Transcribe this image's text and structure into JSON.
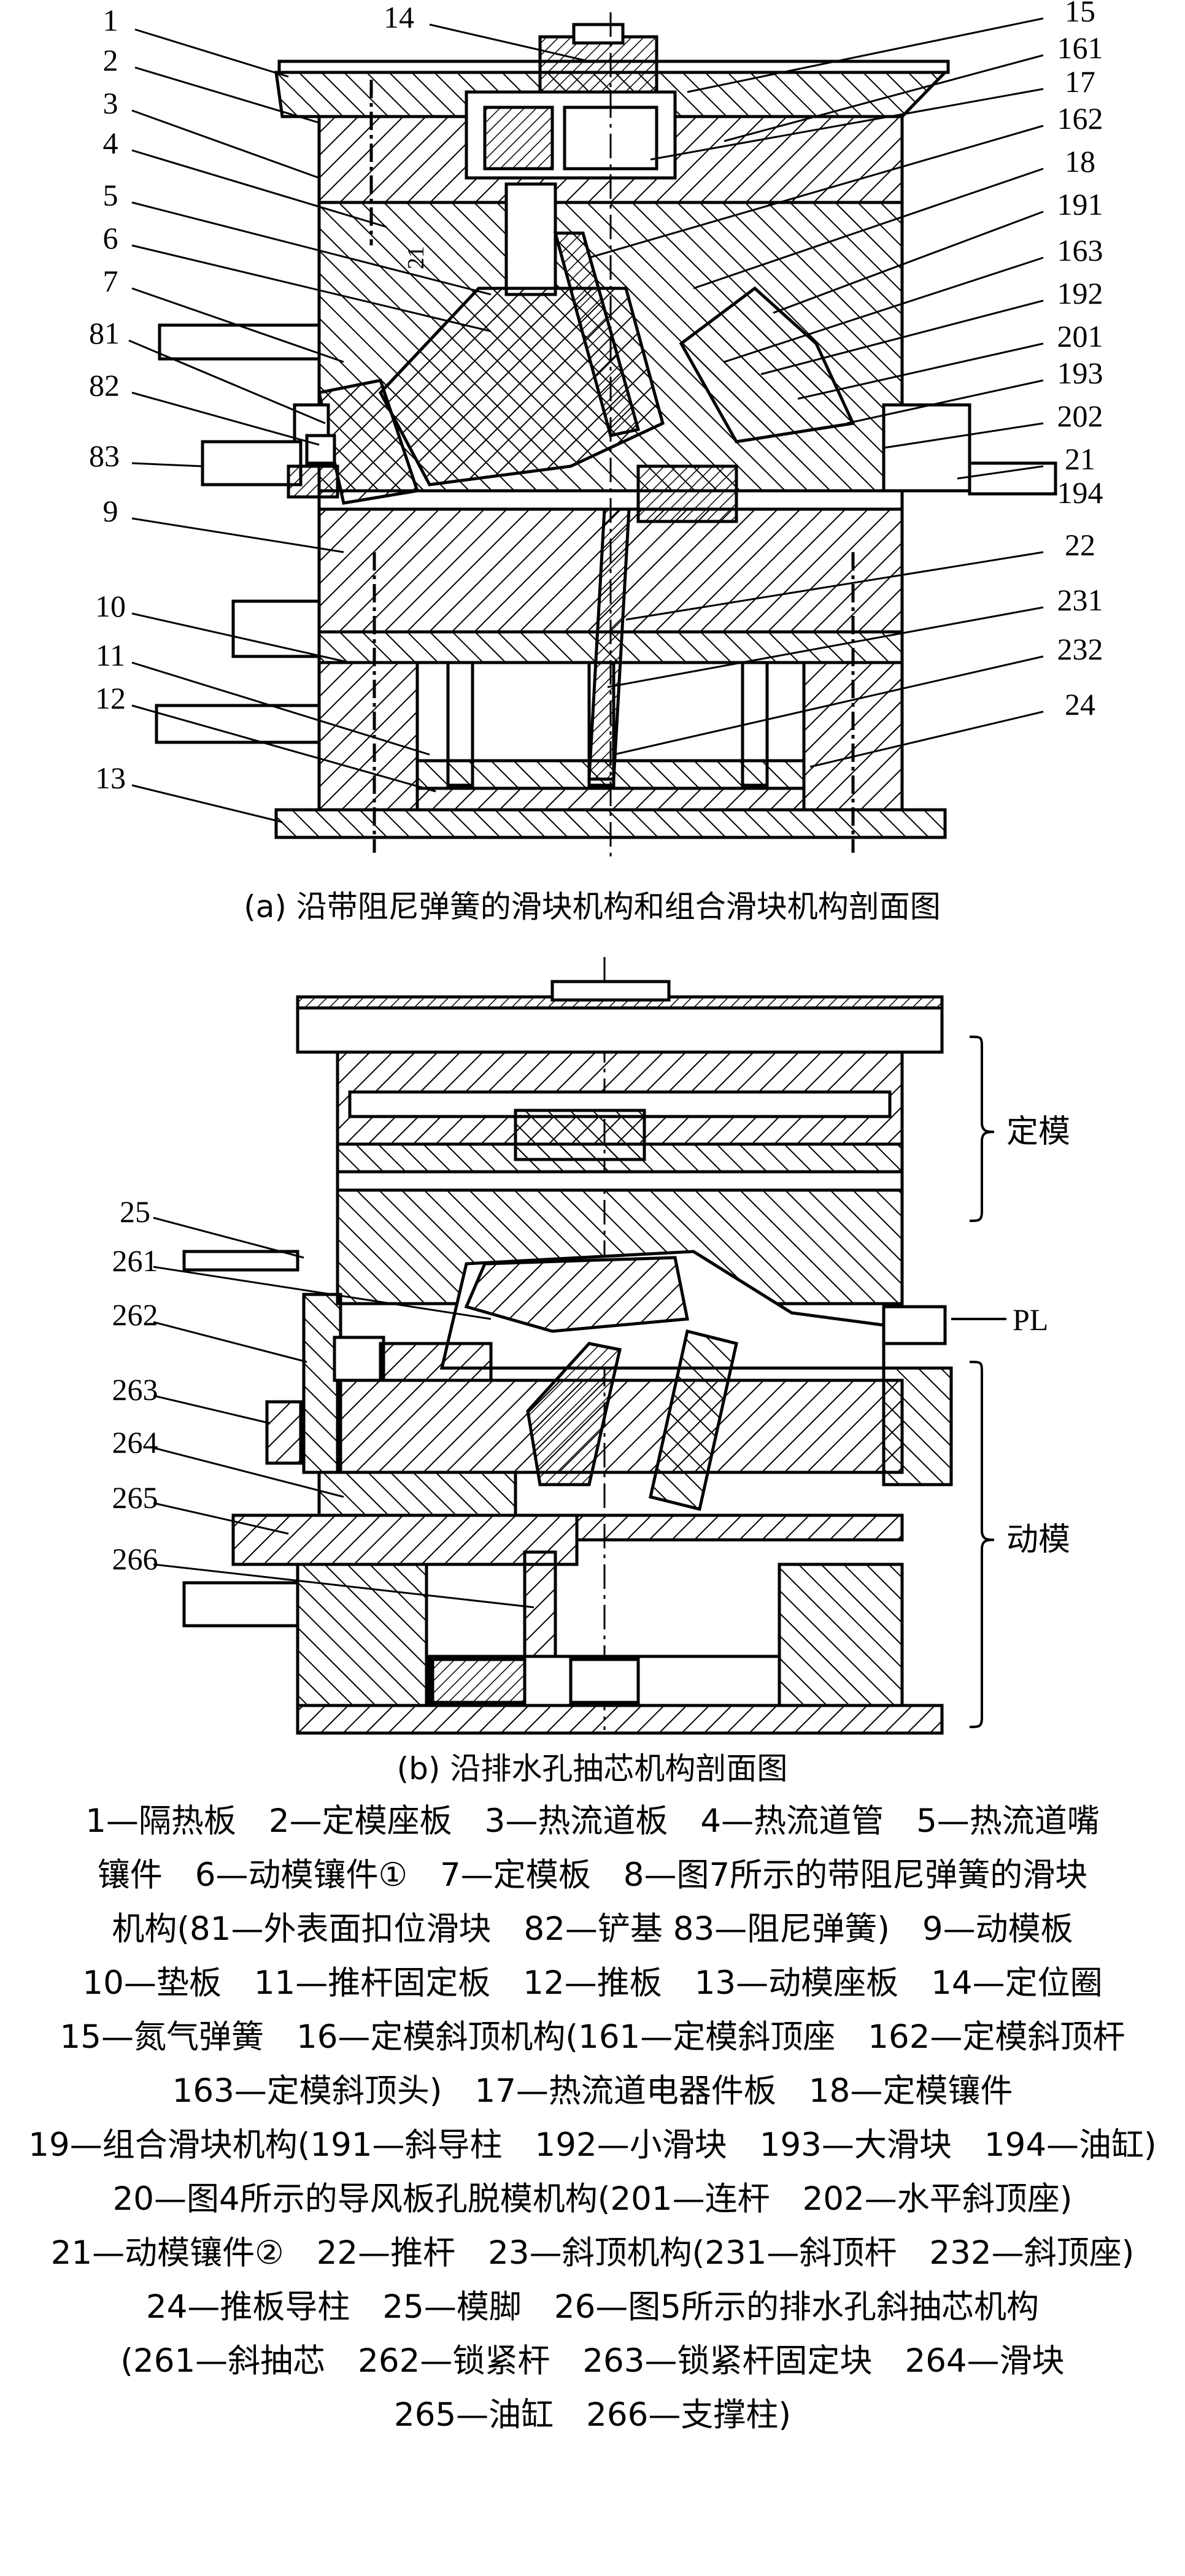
{
  "figure_a": {
    "caption": "(a) 沿带阻尼弹簧的滑块机构和组合滑块机构剖面图",
    "left_labels": [
      "1",
      "2",
      "3",
      "4",
      "5",
      "6",
      "7",
      "81",
      "82",
      "83",
      "9",
      "10",
      "11",
      "12",
      "13"
    ],
    "top_labels": [
      "14",
      "15"
    ],
    "right_labels": [
      "161",
      "17",
      "162",
      "18",
      "191",
      "163",
      "192",
      "201",
      "193",
      "202",
      "21",
      "194",
      "22",
      "231",
      "232",
      "24"
    ],
    "dimension": "21"
  },
  "figure_b": {
    "caption": "(b) 沿排水孔抽芯机构剖面图",
    "left_labels": [
      "25",
      "261",
      "262",
      "263",
      "264",
      "265",
      "266"
    ],
    "fixed_half": "定模",
    "parting_line": "PL",
    "moving_half": "动模"
  },
  "legend_lines": [
    "1—隔热板　2—定模座板　3—热流道板　4—热流道管　5—热流道嘴",
    "镶件　6—动模镶件①　7—定模板　8—图7所示的带阻尼弹簧的滑块",
    "机构(81—外表面扣位滑块　82—铲基 83—阻尼弹簧)　9—动模板",
    "10—垫板　11—推杆固定板　12—推板　13—动模座板　14—定位圈",
    "15—氮气弹簧　16—定模斜顶机构(161—定模斜顶座　162—定模斜顶杆",
    "163—定模斜顶头)　17—热流道电器件板　18—定模镶件",
    "19—组合滑块机构(191—斜导柱　192—小滑块　193—大滑块　194—油缸)",
    "20—图4所示的导风板孔脱模机构(201—连杆　202—水平斜顶座)",
    "21—动模镶件②　22—推杆　23—斜顶机构(231—斜顶杆　232—斜顶座)",
    "24—推板导柱　25—模脚　26—图5所示的排水孔斜抽芯机构",
    "(261—斜抽芯　262—锁紧杆　263—锁紧杆固定块　264—滑块",
    "265—油缸　266—支撑柱)"
  ]
}
